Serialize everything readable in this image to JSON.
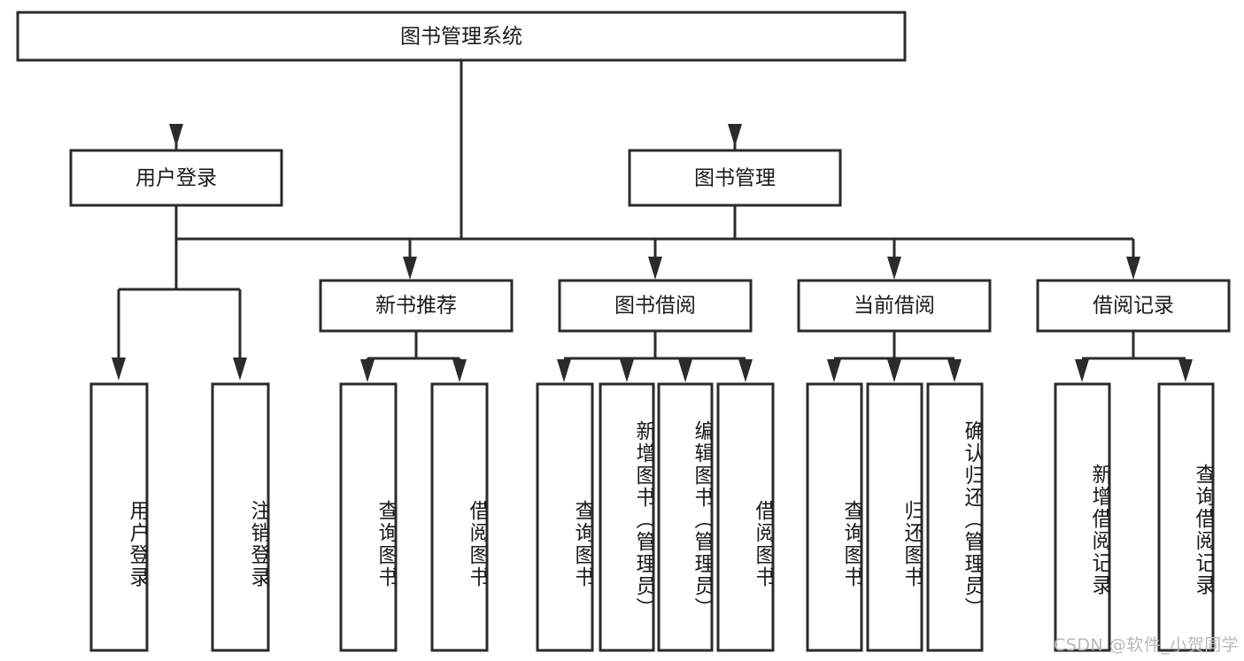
{
  "diagram": {
    "type": "tree-hierarchy",
    "title": "图书管理系统",
    "orientation": "top-down",
    "watermark": "CSDN @软件_小贺同学",
    "colors": {
      "box_stroke": "#2b2b2b",
      "box_fill": "#ffffff",
      "text": "#1a1a1a",
      "watermark": "#b8b8b8",
      "background": "#ffffff"
    },
    "levels": {
      "root": {
        "label": "图书管理系统"
      },
      "level1": [
        {
          "id": "user-login",
          "label": "用户登录"
        },
        {
          "id": "book-manage",
          "label": "图书管理"
        }
      ],
      "level2": [
        {
          "id": "new-book-recommend",
          "label": "新书推荐",
          "parent": "book-manage"
        },
        {
          "id": "book-borrow",
          "label": "图书借阅",
          "parent": "book-manage"
        },
        {
          "id": "current-borrow",
          "label": "当前借阅",
          "parent": "book-manage"
        },
        {
          "id": "borrow-record",
          "label": "借阅记录",
          "parent": "book-manage"
        }
      ],
      "leaves": [
        {
          "id": "leaf-user-login",
          "label": "用户登录",
          "parent": "user-login"
        },
        {
          "id": "leaf-user-logout",
          "label": "注销登录",
          "parent": "user-login"
        },
        {
          "id": "leaf-query-book-1",
          "label": "查询图书",
          "parent": "new-book-recommend"
        },
        {
          "id": "leaf-borrow-book-1",
          "label": "借阅图书",
          "parent": "new-book-recommend"
        },
        {
          "id": "leaf-query-book-2",
          "label": "查询图书",
          "parent": "book-borrow"
        },
        {
          "id": "leaf-add-book",
          "label": "新增图书（管理员）",
          "parent": "book-borrow"
        },
        {
          "id": "leaf-edit-book",
          "label": "编辑图书（管理员）",
          "parent": "book-borrow"
        },
        {
          "id": "leaf-borrow-book-2",
          "label": "借阅图书",
          "parent": "book-borrow"
        },
        {
          "id": "leaf-query-book-3",
          "label": "查询图书",
          "parent": "current-borrow"
        },
        {
          "id": "leaf-return-book",
          "label": "归还图书",
          "parent": "current-borrow"
        },
        {
          "id": "leaf-confirm-return",
          "label": "确认归还（管理员）",
          "parent": "current-borrow"
        },
        {
          "id": "leaf-add-record",
          "label": "新增借阅记录",
          "parent": "borrow-record"
        },
        {
          "id": "leaf-query-record",
          "label": "查询借阅记录",
          "parent": "borrow-record"
        }
      ]
    }
  }
}
